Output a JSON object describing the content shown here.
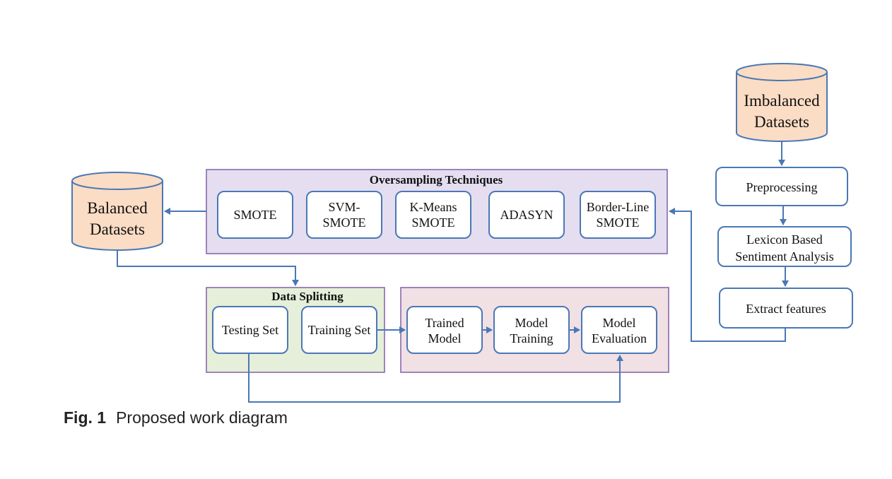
{
  "diagram": {
    "cylinders": {
      "imbalanced": {
        "line1": "Imbalanced",
        "line2": "Datasets"
      },
      "balanced": {
        "line1": "Balanced",
        "line2": "Datasets"
      }
    },
    "pipeline": {
      "preprocessing": "Preprocessing",
      "lexicon_line1": "Lexicon Based",
      "lexicon_line2": "Sentiment Analysis",
      "extract": "Extract features"
    },
    "oversampling": {
      "title": "Oversampling Techniques",
      "smote": "SMOTE",
      "svm_line1": "SVM-",
      "svm_line2": "SMOTE",
      "kmeans_line1": "K-Means",
      "kmeans_line2": "SMOTE",
      "adasyn": "ADASYN",
      "border_line1": "Border-Line",
      "border_line2": "SMOTE"
    },
    "splitting": {
      "title": "Data Splitting",
      "testing": "Testing Set",
      "training": "Training Set"
    },
    "model": {
      "trained_line1": "Trained",
      "trained_line2": "Model",
      "training_line1": "Model",
      "training_line2": "Training",
      "eval_line1": "Model",
      "eval_line2": "Evaluation"
    }
  },
  "caption": {
    "label": "Fig. 1",
    "text": "Proposed work diagram"
  },
  "colors": {
    "box_stroke": "#4a78b5",
    "arrow": "#4a78b5",
    "cylinder_fill": "#fbdcc4",
    "oversampling_bg": "#e4def0",
    "oversampling_border": "#8060a8",
    "splitting_bg": "#e6efd9",
    "model_bg": "#f1e0e4"
  }
}
